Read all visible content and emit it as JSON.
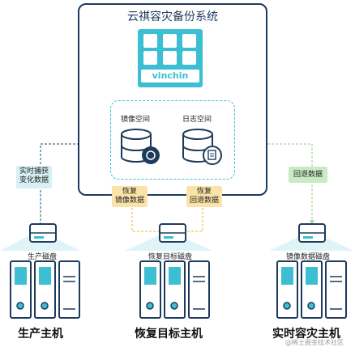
{
  "system": {
    "title": "云祺容灾备份系统",
    "logo_text": "vinchin",
    "mirror_space": "镜像空间",
    "log_space": "日志空间"
  },
  "tags": {
    "realtime_capture": [
      "实时捕获",
      "变化数据"
    ],
    "restore_mirror": [
      "恢复",
      "镜像数据"
    ],
    "restore_rollback": [
      "恢复",
      "回退数据"
    ],
    "rollback_data": "回退数据"
  },
  "disks": {
    "production": "生产磁盘",
    "restore_target": "恢复目标磁盘",
    "mirror_data": "镜像数据磁盘"
  },
  "hosts": {
    "production": "生产主机",
    "restore_target": "恢复目标主机",
    "realtime_dr": "实时容灾主机"
  },
  "watermark": "@稀土掘金技术社区",
  "colors": {
    "frame": "#1d3b5c",
    "accent": "#3cbfd3",
    "dashed_blue": "#3e6f8f",
    "dashed_yellow": "#f2c45a",
    "dashed_green": "#a6d89b"
  }
}
